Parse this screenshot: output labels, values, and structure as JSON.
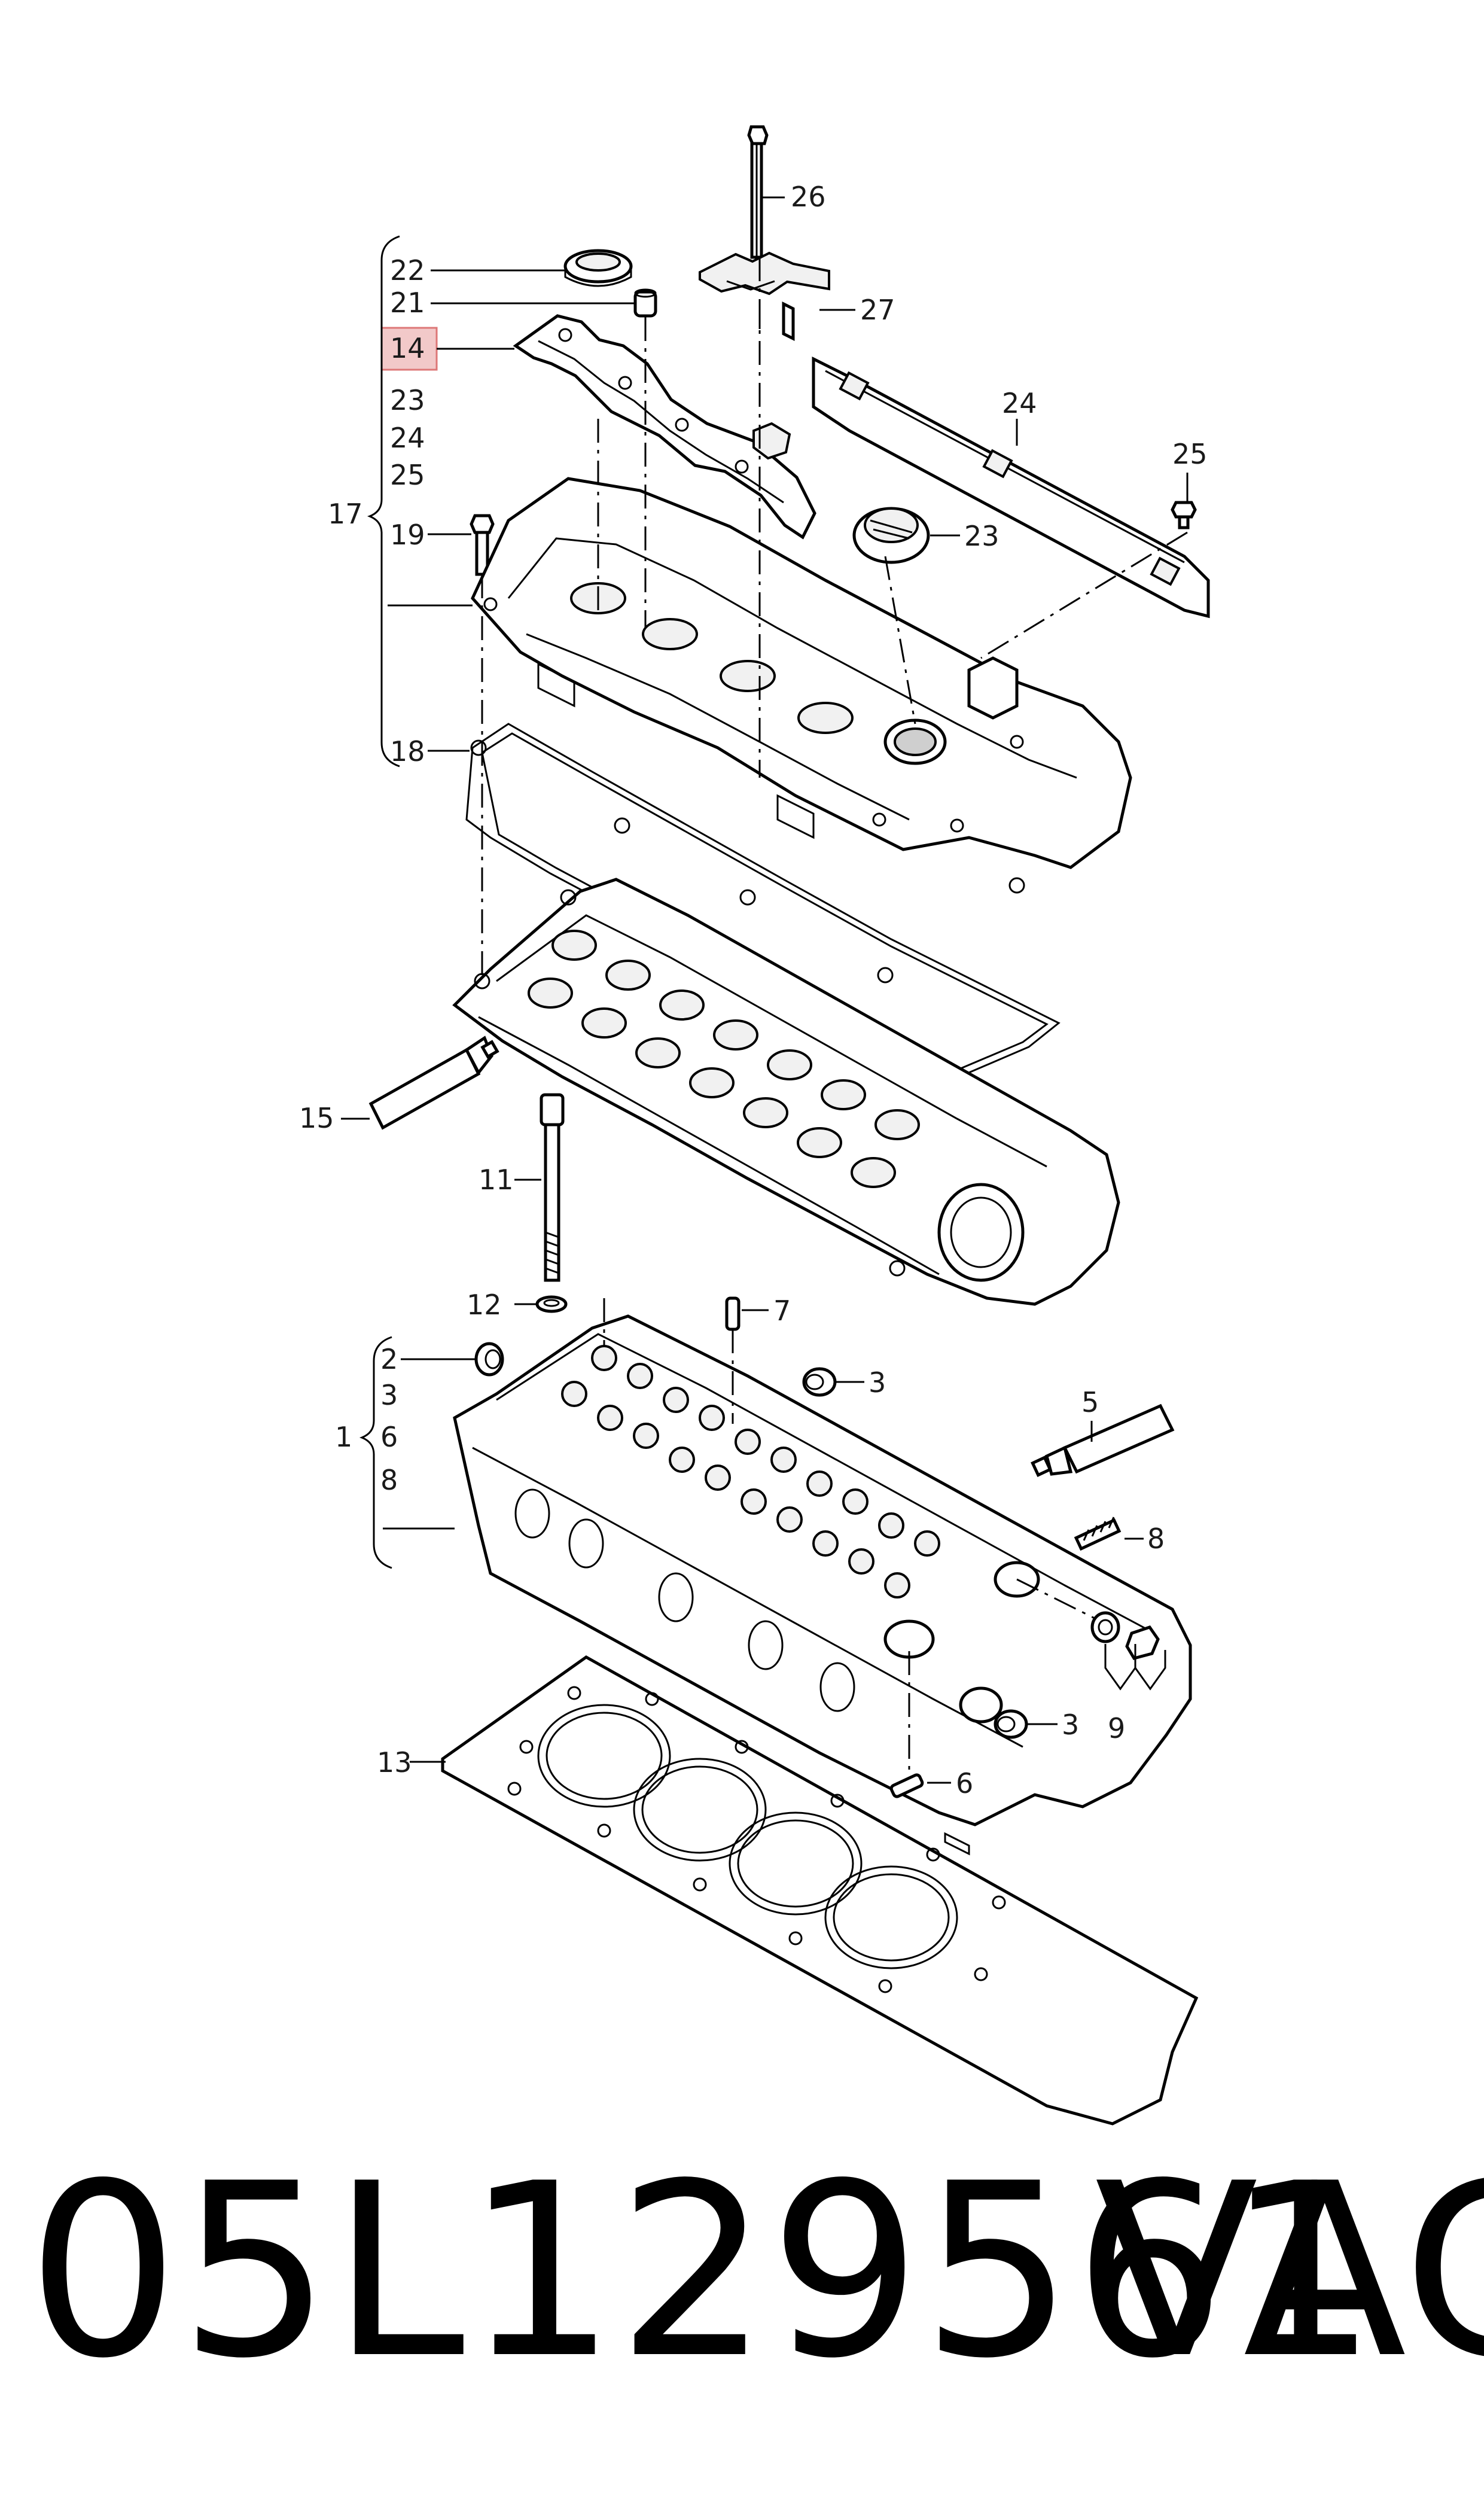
{
  "diagram": {
    "labels": {
      "l26": "26",
      "l27": "27",
      "l22": "22",
      "l21": "21",
      "l14": "14",
      "l23a": "23",
      "l24a": "24",
      "l25a": "25",
      "l17": "17",
      "l19": "19",
      "l18": "18",
      "l24": "24",
      "l25": "25",
      "l23": "23",
      "l15": "15",
      "l11": "11",
      "l12": "12",
      "l7": "7",
      "l2": "2",
      "l3a": "3",
      "l6a": "6",
      "l8a": "8",
      "l1": "1",
      "l3": "3",
      "l5": "5",
      "l8": "8",
      "l9": "9",
      "l3b": "3",
      "l13": "13",
      "l6": "6"
    },
    "highlight_color": "#f2c9c9"
  },
  "footer": {
    "part_number": "05L129561",
    "brand": "VAG"
  }
}
